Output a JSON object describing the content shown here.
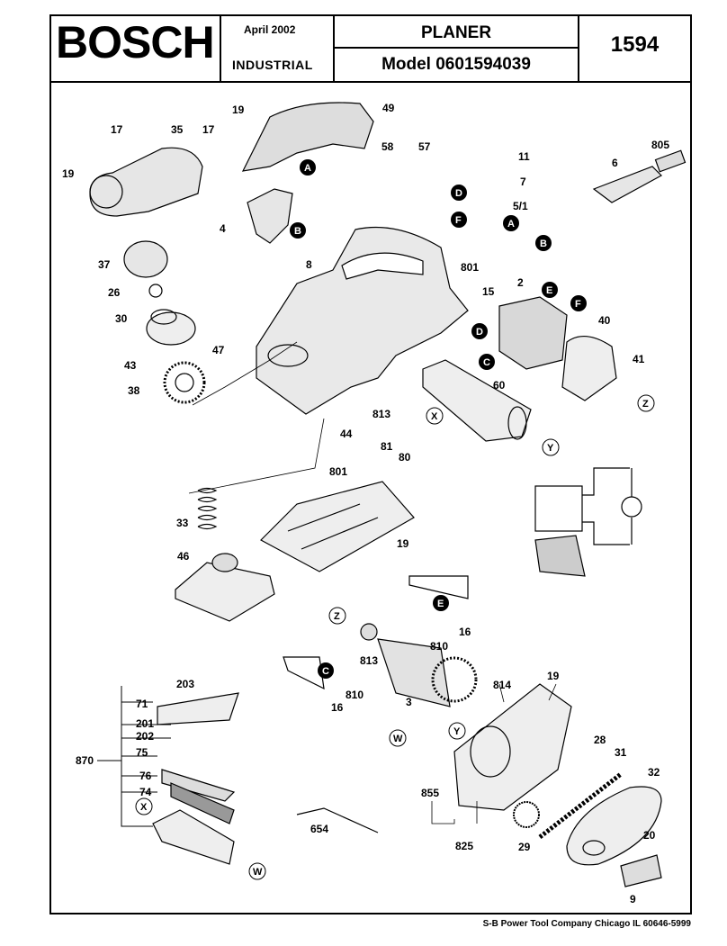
{
  "header": {
    "brand": "BOSCH",
    "date": "April 2002",
    "division": "INDUSTRIAL",
    "tool": "PLANER",
    "model": "Model 0601594039",
    "number": "1594"
  },
  "footer": "S-B Power Tool Company  Chicago IL 60646-5999",
  "parts": [
    "19",
    "49",
    "17",
    "35",
    "17",
    "58",
    "57",
    "19",
    "11",
    "805",
    "7",
    "6",
    "5/1",
    "4",
    "8",
    "801",
    "37",
    "26",
    "15",
    "2",
    "30",
    "47",
    "40",
    "43",
    "41",
    "38",
    "813",
    "60",
    "44",
    "81",
    "80",
    "801",
    "33",
    "19",
    "46",
    "16",
    "810",
    "813",
    "3",
    "16",
    "810",
    "814",
    "19",
    "203",
    "71",
    "201",
    "202",
    "870",
    "75",
    "76",
    "74",
    "855",
    "28",
    "31",
    "32",
    "654",
    "825",
    "29",
    "20",
    "9"
  ],
  "callouts": [
    "A",
    "D",
    "F",
    "B",
    "A",
    "B",
    "E",
    "F",
    "D",
    "C",
    "X",
    "Y",
    "Z",
    "E",
    "Z",
    "C",
    "W",
    "Y",
    "X",
    "W"
  ]
}
